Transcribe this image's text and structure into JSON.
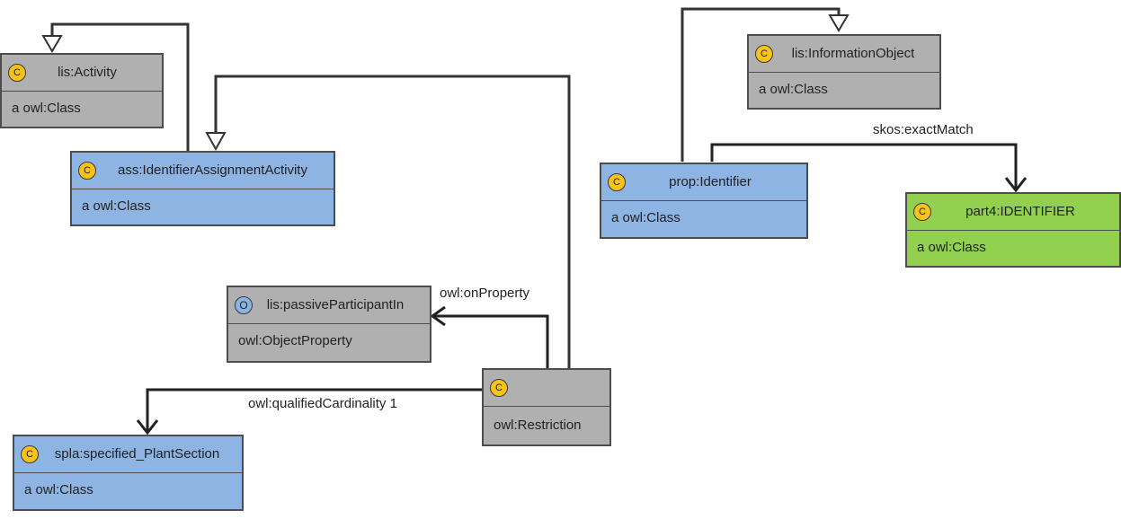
{
  "nodes": {
    "activity": {
      "type_icon": "C",
      "title": "lis:Activity",
      "subtitle": "a owl:Class"
    },
    "identifier_assignment_activity": {
      "type_icon": "C",
      "title": "ass:IdentifierAssignmentActivity",
      "subtitle": "a owl:Class"
    },
    "information_object": {
      "type_icon": "C",
      "title": "lis:InformationObject",
      "subtitle": "a owl:Class"
    },
    "prop_identifier": {
      "type_icon": "C",
      "title": "prop:Identifier",
      "subtitle": "a owl:Class"
    },
    "part4_identifier": {
      "type_icon": "C",
      "title": "part4:IDENTIFIER",
      "subtitle": "a owl:Class"
    },
    "passive_participant_in": {
      "type_icon": "O",
      "title": "lis:passiveParticipantIn",
      "subtitle": "owl:ObjectProperty"
    },
    "restriction": {
      "type_icon": "C",
      "title": "",
      "subtitle": "owl:Restriction"
    },
    "specified_plant_section": {
      "type_icon": "C",
      "title": "spla:specified_PlantSection",
      "subtitle": "a owl:Class"
    }
  },
  "edge_labels": {
    "exact_match": "skos:exactMatch",
    "on_property": "owl:onProperty",
    "qualified_cardinality": "owl:qualifiedCardinality 1"
  },
  "colors": {
    "external_class": "#b0b0b0",
    "local_class": "#8db4e3",
    "matched_class": "#92d050",
    "class_icon": "#f7c318",
    "property_icon": "#8ab4e6",
    "edge": "#333333"
  }
}
